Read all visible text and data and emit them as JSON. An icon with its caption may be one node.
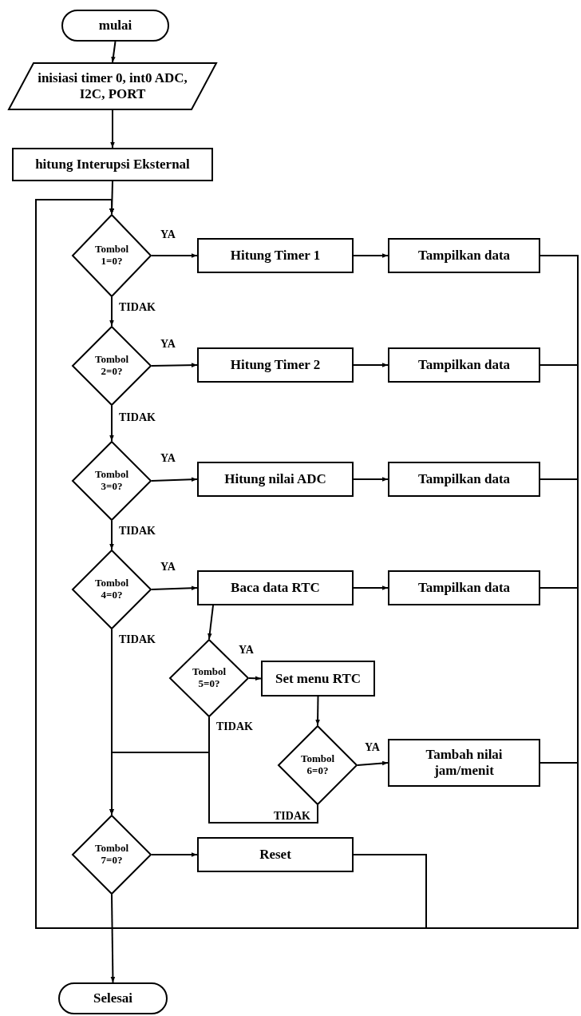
{
  "diagram": {
    "nodes": [
      {
        "text": [
          "mulai"
        ]
      },
      {
        "text": [
          "inisiasi timer 0, int0 ADC, I2C, PORT"
        ]
      },
      {
        "text": [
          "hitung Interupsi Eksternal"
        ]
      },
      {
        "text": [
          "Tombol 1=0?"
        ]
      },
      {
        "text": [
          "Hitung Timer 1"
        ]
      },
      {
        "text": [
          "Tampilkan data"
        ]
      },
      {
        "text": [
          "Tombol 2=0?"
        ]
      },
      {
        "text": [
          "Hitung Timer 2"
        ]
      },
      {
        "text": [
          "Tampilkan data"
        ]
      },
      {
        "text": [
          "Tombol 3=0?"
        ]
      },
      {
        "text": [
          "Hitung nilai ADC"
        ]
      },
      {
        "text": [
          "Tampilkan data"
        ]
      },
      {
        "text": [
          "Tombol 4=0?"
        ]
      },
      {
        "text": [
          "Baca data RTC"
        ]
      },
      {
        "text": [
          "Tampilkan data"
        ]
      },
      {
        "text": [
          "Tombol 5=0?"
        ]
      },
      {
        "text": [
          "Set menu RTC"
        ]
      },
      {
        "text": [
          "Tombol 6=0?"
        ]
      },
      {
        "text": [
          "Tambah nilai jam/menit"
        ]
      },
      {
        "text": [
          "Tombol 7=0?"
        ]
      },
      {
        "text": [
          "Reset"
        ]
      },
      {
        "text": [
          "Selesai"
        ]
      }
    ],
    "edges": [
      {
        "from": 0,
        "to": 1,
        "arrow": "to"
      },
      {
        "from": 1,
        "to": 2,
        "arrow": "to"
      },
      {
        "from": 2,
        "to": 3,
        "arrow": "to"
      },
      {
        "from": 3,
        "to": 4,
        "arrow": "to",
        "label": "YA"
      },
      {
        "from": 4,
        "to": 5,
        "arrow": "to"
      },
      {
        "from": 5,
        "to": 3,
        "arrow": "to"
      },
      {
        "from": 3,
        "to": 6,
        "arrow": "to",
        "label": "TIDAK"
      },
      {
        "from": 6,
        "to": 7,
        "arrow": "to",
        "label": "YA"
      },
      {
        "from": 7,
        "to": 8,
        "arrow": "to"
      },
      {
        "from": 8,
        "to": 3,
        "arrow": "to"
      },
      {
        "from": 6,
        "to": 9,
        "arrow": "to",
        "label": "TIDAK"
      },
      {
        "from": 9,
        "to": 10,
        "arrow": "to",
        "label": "YA"
      },
      {
        "from": 10,
        "to": 11,
        "arrow": "to"
      },
      {
        "from": 11,
        "to": 3,
        "arrow": "to"
      },
      {
        "from": 9,
        "to": 12,
        "arrow": "to",
        "label": "TIDAK"
      },
      {
        "from": 12,
        "to": 13,
        "arrow": "to",
        "label": "YA"
      },
      {
        "from": 13,
        "to": 14,
        "arrow": "to"
      },
      {
        "from": 14,
        "to": 3,
        "arrow": "to"
      },
      {
        "from": 13,
        "to": 15,
        "arrow": "to"
      },
      {
        "from": 12,
        "to": 19,
        "arrow": "to",
        "label": "TIDAK"
      },
      {
        "from": 15,
        "to": 16,
        "arrow": "to",
        "label": "YA"
      },
      {
        "from": 15,
        "to": 19,
        "arrow": "to",
        "label": "TIDAK"
      },
      {
        "from": 16,
        "to": 17,
        "arrow": "to"
      },
      {
        "from": 17,
        "to": 18,
        "arrow": "to",
        "label": "YA"
      },
      {
        "from": 17,
        "to": 19,
        "arrow": "to",
        "label": "TIDAK"
      },
      {
        "from": 18,
        "to": 3,
        "arrow": "to"
      },
      {
        "from": 19,
        "to": 20,
        "arrow": "to"
      },
      {
        "from": 20,
        "to": 3,
        "arrow": "to"
      },
      {
        "from": 19,
        "to": 21,
        "arrow": "to"
      }
    ]
  }
}
